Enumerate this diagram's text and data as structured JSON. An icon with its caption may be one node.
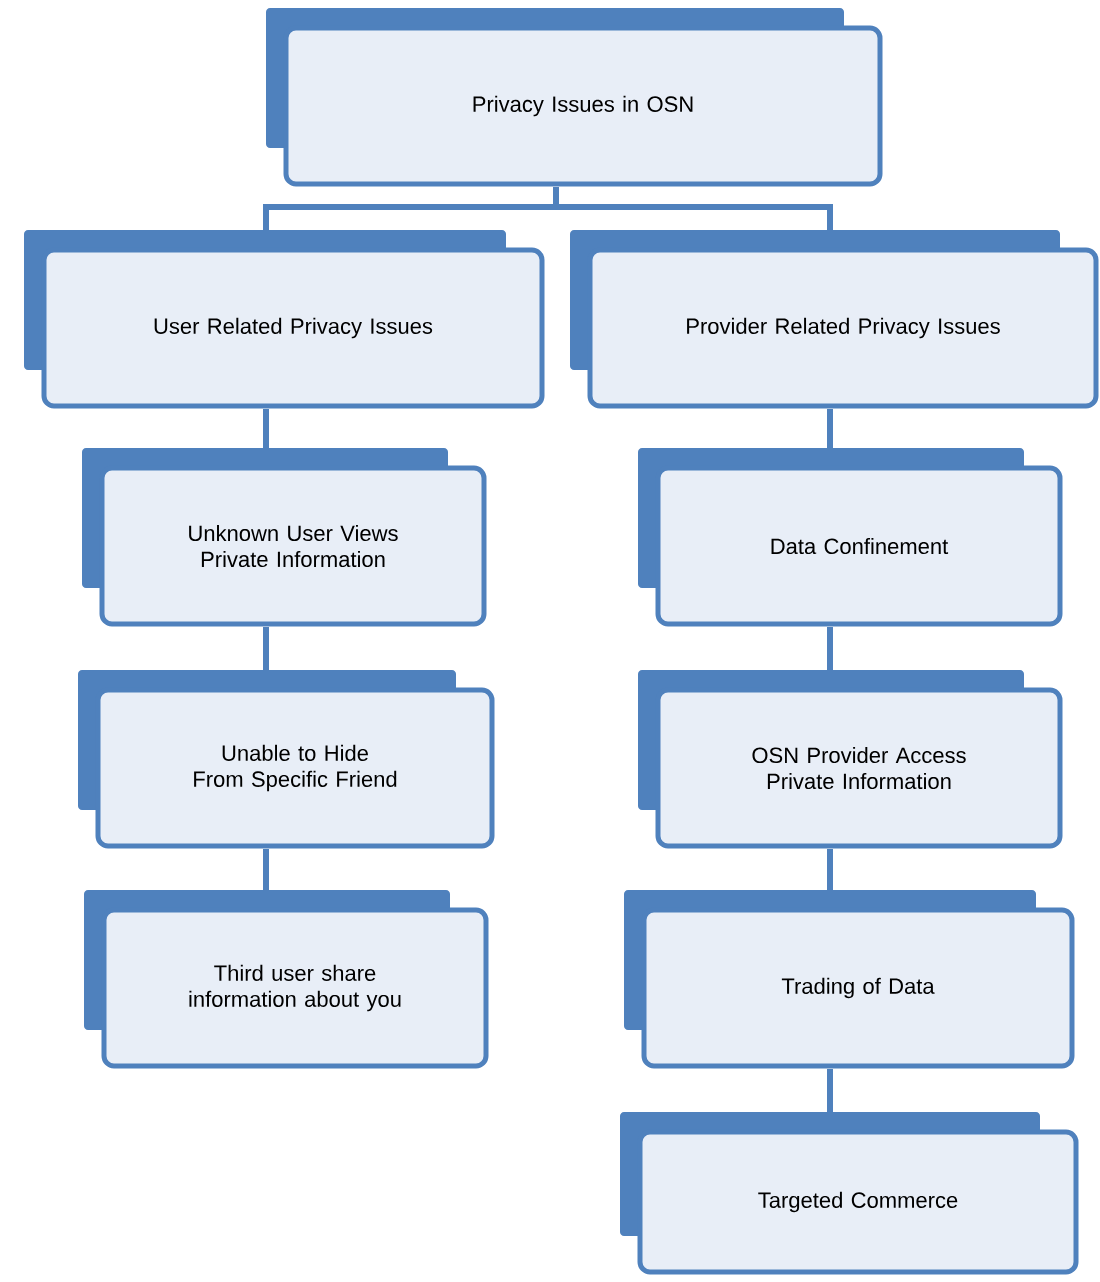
{
  "diagram": {
    "nodes": [
      {
        "text": [
          "Privacy Issues in OSN"
        ]
      },
      {
        "text": [
          "User Related Privacy Issues"
        ]
      },
      {
        "text": [
          "Provider Related Privacy Issues"
        ]
      },
      {
        "text": [
          "Unknown User Views Private Information"
        ]
      },
      {
        "text": [
          "Data Confinement"
        ]
      },
      {
        "text": [
          "Unable to Hide From Specific Friend"
        ]
      },
      {
        "text": [
          "OSN Provider Access Private Information"
        ]
      },
      {
        "text": [
          "Third user share information about you"
        ]
      },
      {
        "text": [
          "Trading of Data"
        ]
      },
      {
        "text": [
          "Targeted Commerce"
        ]
      }
    ],
    "edges": [
      {
        "from": 0,
        "to": 1,
        "arrow": "none"
      },
      {
        "from": 0,
        "to": 2,
        "arrow": "none"
      },
      {
        "from": 1,
        "to": 3,
        "arrow": "none"
      },
      {
        "from": 3,
        "to": 5,
        "arrow": "none"
      },
      {
        "from": 5,
        "to": 7,
        "arrow": "none"
      },
      {
        "from": 2,
        "to": 4,
        "arrow": "none"
      },
      {
        "from": 4,
        "to": 6,
        "arrow": "none"
      },
      {
        "from": 6,
        "to": 8,
        "arrow": "none"
      },
      {
        "from": 8,
        "to": 9,
        "arrow": "none"
      }
    ]
  }
}
